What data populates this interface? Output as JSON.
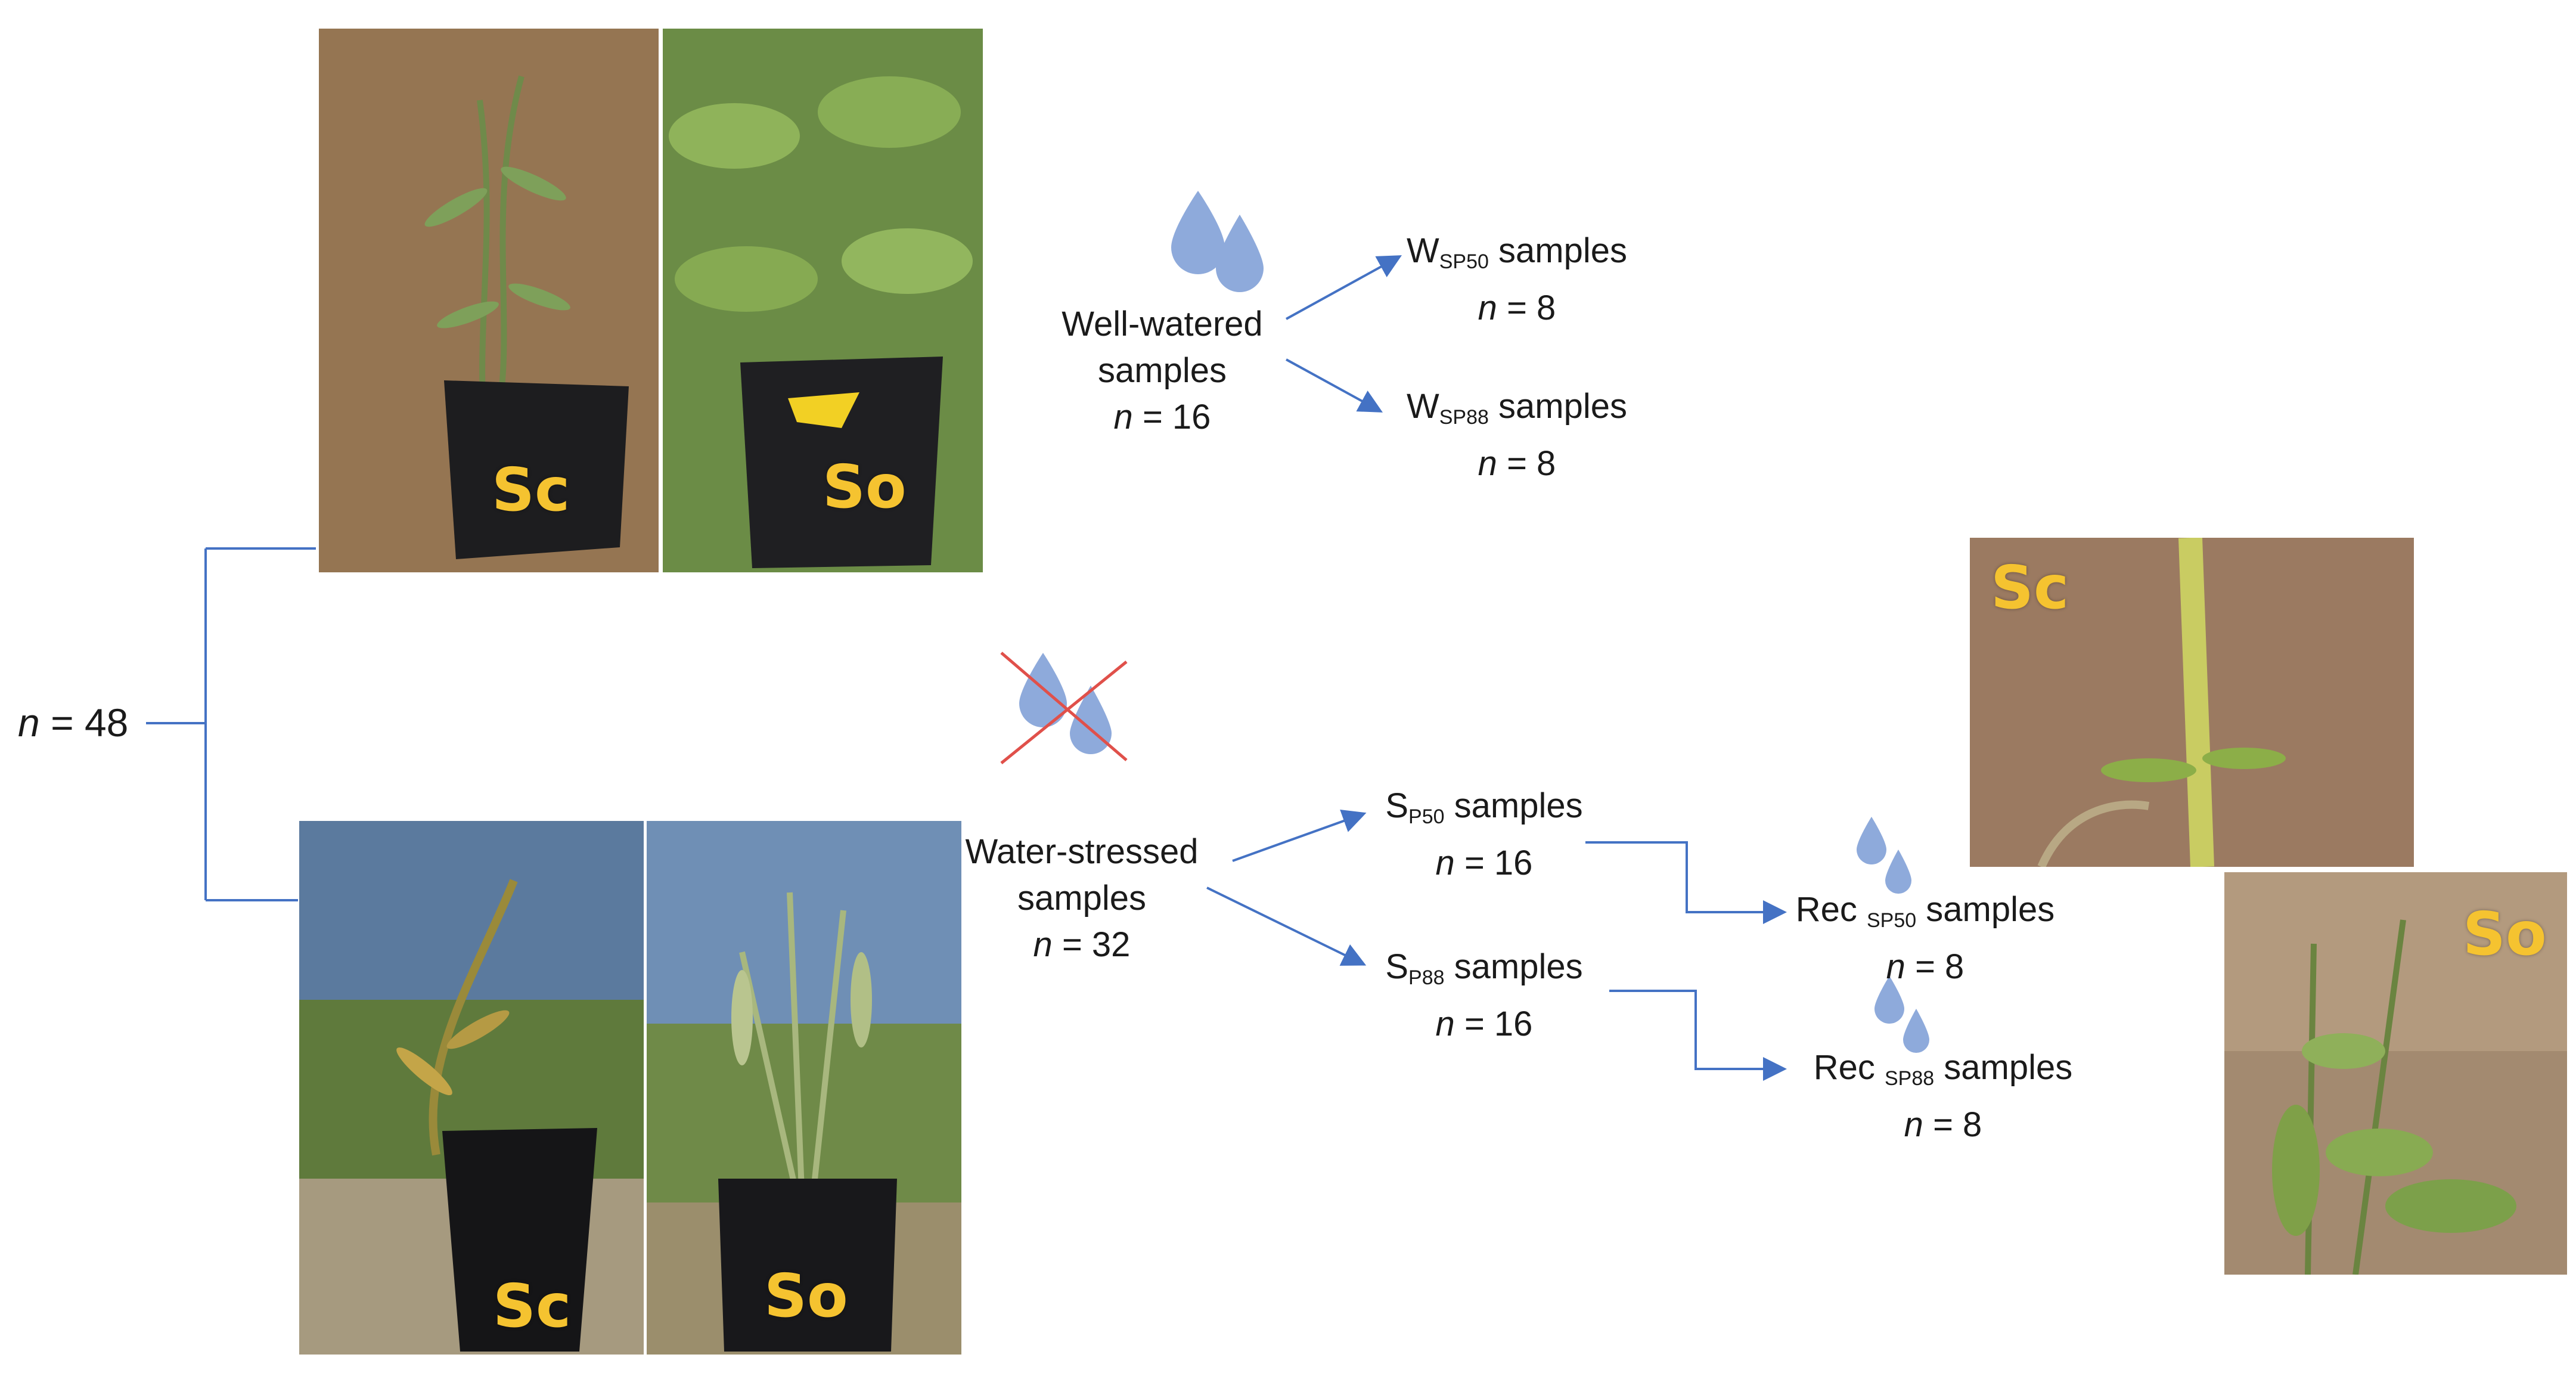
{
  "root": {
    "n_label": "n = 48",
    "n_italic": "n",
    "n_value": "= 48"
  },
  "well_watered": {
    "title_line1": "Well-watered",
    "title_line2": "samples",
    "n_italic": "n",
    "n_value": "= 16",
    "branches": [
      {
        "prefix": "W",
        "sub": "SP50",
        "suffix": " samples",
        "n_italic": "n",
        "n_value": "= 8"
      },
      {
        "prefix": "W",
        "sub": "SP88",
        "suffix": " samples",
        "n_italic": "n",
        "n_value": "= 8"
      }
    ]
  },
  "water_stressed": {
    "title_line1": "Water-stressed",
    "title_line2": "samples",
    "n_italic": "n",
    "n_value": "= 32",
    "branches": [
      {
        "prefix": "S",
        "sub": "P50",
        "suffix": " samples",
        "n_italic": "n",
        "n_value": "= 16"
      },
      {
        "prefix": "S",
        "sub": "P88",
        "suffix": " samples",
        "n_italic": "n",
        "n_value": "= 16"
      }
    ]
  },
  "recovery": [
    {
      "prefix": "Rec ",
      "sub": "SP50",
      "suffix": " samples",
      "n_italic": "n",
      "n_value": "= 8"
    },
    {
      "prefix": "Rec ",
      "sub": "SP88",
      "suffix": " samples",
      "n_italic": "n",
      "n_value": "= 8"
    }
  ],
  "photos": {
    "well_watered": [
      "Sc",
      "So"
    ],
    "water_stressed": [
      "Sc",
      "So"
    ],
    "recovery": [
      "Sc",
      "So"
    ]
  },
  "colors": {
    "connector": "#4472c4",
    "water_drop": "#8eaadb",
    "cross": "#e0504a",
    "species_label": "#f5c330"
  }
}
